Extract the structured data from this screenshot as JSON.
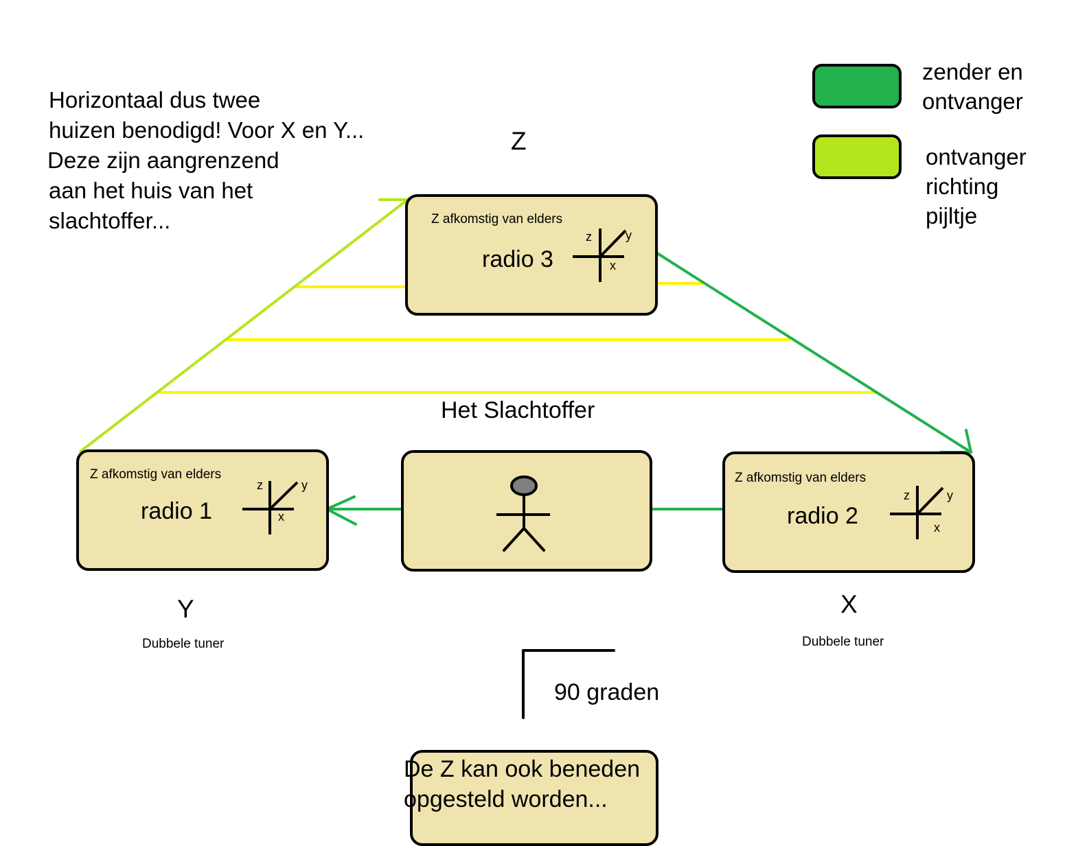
{
  "note": {
    "lines": [
      "Horizontaal dus twee",
      "huizen benodigd! Voor X en Y...",
      "Deze zijn aangrenzend",
      "aan het huis van het",
      "slachtoffer..."
    ]
  },
  "axis_labels": {
    "top": "Z",
    "left": "Y",
    "right": "X"
  },
  "legend": {
    "items": [
      {
        "label_lines": [
          "zender en",
          "ontvanger"
        ],
        "color": "#22b14c"
      },
      {
        "label_lines": [
          "ontvanger",
          "richting",
          "pijltje"
        ],
        "color": "#b5e61d"
      }
    ]
  },
  "radios": [
    {
      "id": "radio-3",
      "name": "radio 3",
      "subtitle": "Z afkomstig van elders",
      "axes": {
        "z": "z",
        "y": "y",
        "x": "x"
      }
    },
    {
      "id": "radio-1",
      "name": "radio 1",
      "subtitle": "Z afkomstig van elders",
      "axes": {
        "z": "z",
        "y": "y",
        "x": "x"
      },
      "caption": "Dubbele tuner"
    },
    {
      "id": "radio-2",
      "name": "radio 2",
      "subtitle": "Z afkomstig van elders",
      "axes": {
        "z": "z",
        "y": "y",
        "x": "x"
      },
      "caption": "Dubbele tuner"
    }
  ],
  "victim": {
    "label": "Het Slachtoffer"
  },
  "angle": {
    "label": "90 graden"
  },
  "bottom_note": {
    "lines": [
      "De Z kan ook beneden",
      "opgesteld worden..."
    ]
  },
  "colors": {
    "transmitter_receiver": "#22b14c",
    "receiver_direction": "#b5e61d",
    "signal_line": "#fff200",
    "house_fill": "#efe3ae",
    "head_fill": "#7f7f7f"
  }
}
